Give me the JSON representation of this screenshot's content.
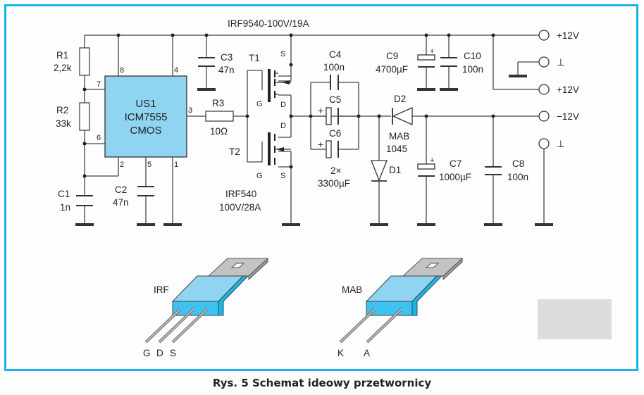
{
  "caption": "Rys. 5 Schemat ideowy przetwornicy",
  "colors": {
    "frame": "#15b6ec",
    "ic_fill": "#8fd4f1",
    "package_front": "#3ec3f0",
    "package_top": "#8fd4f1",
    "tab_metal": "#c3c3c3",
    "wire": "#333333",
    "placeholder": "#dfdcdf"
  },
  "schematic": {
    "top_rail_label": "IRF9540-100V/19A",
    "ic": {
      "ref": "US1",
      "part": "ICM7555",
      "tech": "CMOS",
      "pins": [
        "8",
        "4",
        "7",
        "6",
        "3",
        "2",
        "5",
        "1"
      ]
    },
    "resistors": [
      {
        "ref": "R1",
        "value": "2,2k"
      },
      {
        "ref": "R2",
        "value": "33k"
      },
      {
        "ref": "R3",
        "value": "10Ω"
      }
    ],
    "capacitors": [
      {
        "ref": "C1",
        "value": "1n"
      },
      {
        "ref": "C2",
        "value": "47n"
      },
      {
        "ref": "C3",
        "value": "47n"
      },
      {
        "ref": "C4",
        "value": "100n"
      },
      {
        "ref": "C5",
        "value": ""
      },
      {
        "ref": "C6",
        "value": ""
      },
      {
        "ref": "C7",
        "value": "1000µF"
      },
      {
        "ref": "C8",
        "value": "100n"
      },
      {
        "ref": "C9",
        "value": "4700µF"
      },
      {
        "ref": "C10",
        "value": "100n"
      }
    ],
    "c5_c6_value": {
      "line1": "2×",
      "line2": "3300µF"
    },
    "transistors": {
      "t1": "T1",
      "t2": "T2",
      "t2_part": "IRF540",
      "t2_rating": "100V/28A",
      "pin_s": "S",
      "pin_d": "D",
      "pin_g": "G"
    },
    "diodes": {
      "d1": "D1",
      "d2": "D2",
      "d2_part_1": "MAB",
      "d2_part_2": "1045"
    },
    "polarity_plus": "+",
    "terminals": [
      {
        "label": "+12V"
      },
      {
        "label": "⊥"
      },
      {
        "label": "+12V"
      },
      {
        "label": "−12V"
      },
      {
        "label": "⊥"
      }
    ]
  },
  "packages": [
    {
      "name": "IRF",
      "leads": [
        "G",
        "D",
        "S"
      ]
    },
    {
      "name": "MAB",
      "leads": [
        "K",
        "A"
      ]
    }
  ]
}
